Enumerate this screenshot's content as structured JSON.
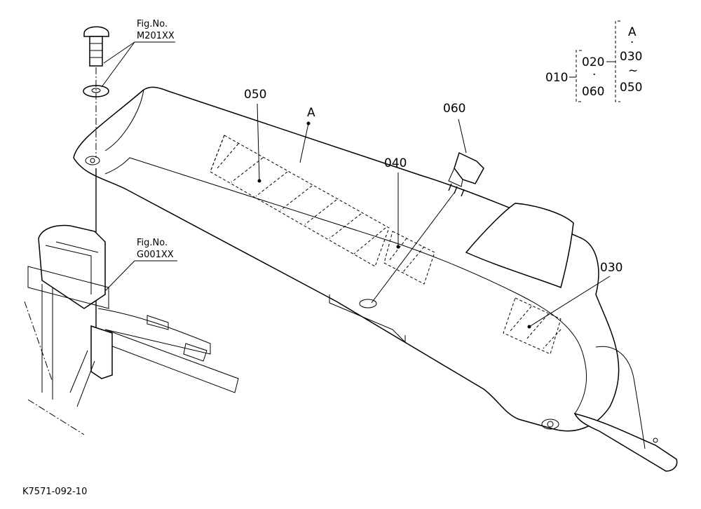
{
  "callouts": {
    "c050": "050",
    "cA": "A",
    "c060": "060",
    "c040": "040",
    "c030": "030"
  },
  "fig_refs": {
    "m201": {
      "line1": "Fig.No.",
      "line2": "M201XX"
    },
    "g001": {
      "line1": "Fig.No.",
      "line2": "G001XX"
    }
  },
  "legend": {
    "root": "010",
    "group1_top": "020",
    "group1_mid": "·",
    "group1_bottom": "060",
    "group2_top": "A",
    "group2_mid1": "·",
    "group2_mid2": "030",
    "group2_tilde": "~",
    "group2_bottom": "050"
  },
  "footer": {
    "drawing_id": "K7571-092-10"
  }
}
